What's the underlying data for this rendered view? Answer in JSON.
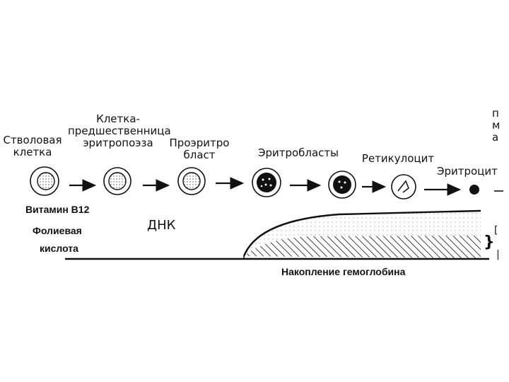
{
  "stages": [
    {
      "id": "stem",
      "label_lines": [
        "Стволовая",
        "клетка"
      ]
    },
    {
      "id": "precursor",
      "label_lines": [
        "Клетка-",
        "предшественница",
        "эритропоэза"
      ]
    },
    {
      "id": "proerythroblast",
      "label_lines": [
        "Проэритро",
        "бласт"
      ]
    },
    {
      "id": "erythroblasts",
      "label_lines": [
        "Эритробласты"
      ]
    },
    {
      "id": "reticulocyte",
      "label_lines": [
        "Ретикулоцит"
      ]
    },
    {
      "id": "erythrocyte",
      "label_lines": [
        "Эритроцит"
      ]
    }
  ],
  "factors": {
    "vitamin": "Витамин В12",
    "folic_line1": "Фолиевая",
    "folic_line2": "кислота"
  },
  "dna_label": "ДНК",
  "hemoglobin_label": "Накопление гемоглобина",
  "right_edge": {
    "letters": [
      "п",
      "м",
      "а"
    ],
    "bracket": "}",
    "bracket_top": "[",
    "bracket_bottom": "|"
  }
}
